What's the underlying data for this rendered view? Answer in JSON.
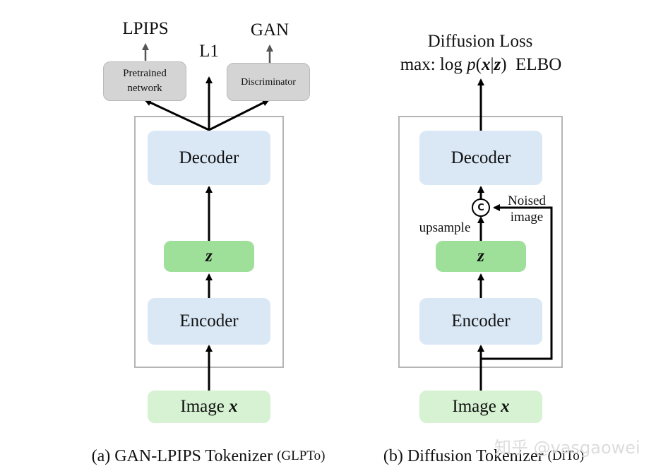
{
  "left": {
    "caption_main": "(a) GAN-LPIPS Tokenizer",
    "caption_abbr": "(GLPTo)",
    "outputs": [
      "LPIPS",
      "L1",
      "GAN"
    ],
    "pretrained_line1": "Pretrained",
    "pretrained_line2": "network",
    "discriminator": "Discriminator",
    "decoder": "Decoder",
    "latent": "z",
    "encoder": "Encoder",
    "image_label": "Image",
    "image_var": "x"
  },
  "right": {
    "caption_main": "(b) Diffusion Tokenizer",
    "caption_abbr": "(DiTo)",
    "loss_title": "Diffusion Loss",
    "loss_formula_prefix": "max: log",
    "loss_formula_p": "p",
    "loss_formula_open": "(",
    "loss_formula_x": "x",
    "loss_formula_bar": "|",
    "loss_formula_z": "z",
    "loss_formula_close": ")",
    "loss_formula_suffix": "ELBO",
    "decoder": "Decoder",
    "concat_symbol": "C",
    "noised_line1": "Noised",
    "noised_line2": "image",
    "upsample": "upsample",
    "latent": "z",
    "encoder": "Encoder",
    "image_label": "Image",
    "image_var": "x"
  },
  "watermark": "知乎 @vasgaowei"
}
